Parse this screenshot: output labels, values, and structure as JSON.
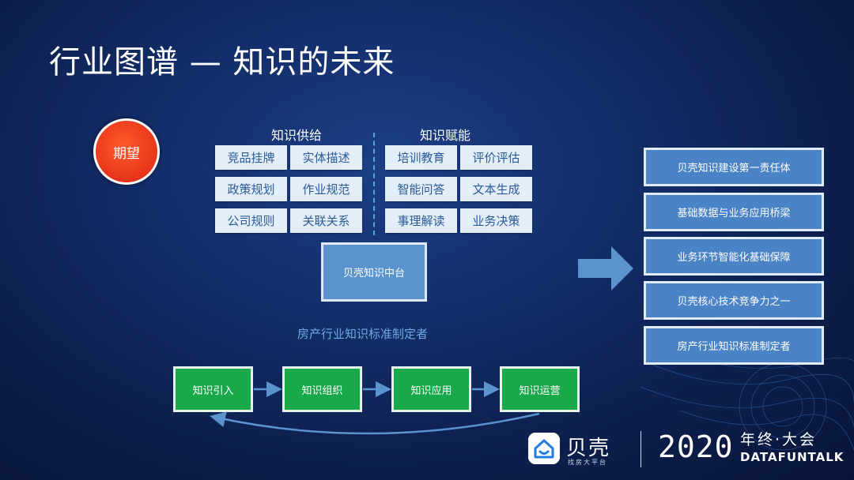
{
  "title": "行业图谱 — 知识的未来",
  "badge": "期望",
  "supply": {
    "heading": "知识供给",
    "items": [
      "竞品挂牌",
      "实体描述",
      "政策规划",
      "作业规范",
      "公司规则",
      "关联关系"
    ]
  },
  "empower": {
    "heading": "知识赋能",
    "items": [
      "培训教育",
      "评价评估",
      "智能问答",
      "文本生成",
      "事理解读",
      "业务决策"
    ]
  },
  "center_box": "贝壳知识中台",
  "subtitle": "房产行业知识标准制定者",
  "flow_steps": [
    "知识引入",
    "知识组织",
    "知识应用",
    "知识运营"
  ],
  "right_boxes": [
    "贝壳知识建设第一责任体",
    "基础数据与业务应用桥梁",
    "业务环节智能化基础保障",
    "贝壳核心技术竞争力之一",
    "房产行业知识标准制定者"
  ],
  "footer": {
    "brand": "贝壳",
    "brand_sub": "找房大平台",
    "year": "2020",
    "event": "年终·大会",
    "event_sub": "DATAFUNTALK"
  },
  "colors": {
    "badge": "#e8341a",
    "cell_bg": "#e4eef9",
    "cell_text": "#2a5b98",
    "flow_step": "#19a84a",
    "right_box": "#4b83c7",
    "arrow": "#5b93cf"
  }
}
